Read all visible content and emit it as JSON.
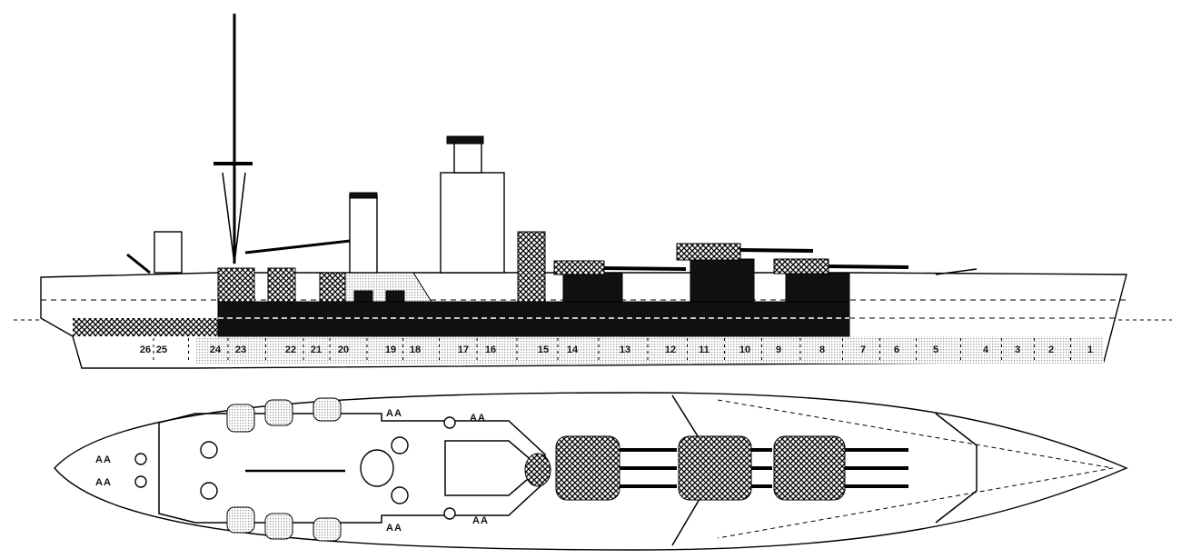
{
  "side_view": {
    "frame_numbers": [
      "26",
      "25",
      "24",
      "23",
      "22",
      "21",
      "20",
      "19",
      "18",
      "17",
      "16",
      "15",
      "14",
      "13",
      "12",
      "11",
      "10",
      "9",
      "8",
      "7",
      "6",
      "5",
      "4",
      "3",
      "2",
      "1"
    ]
  },
  "plan_view": {
    "labels": [
      "AA",
      "AA",
      "AA",
      "AA",
      "AA",
      "AA"
    ]
  },
  "colors": {
    "ink": "#111111",
    "paper": "#ffffff",
    "shade": "#d8d8d8"
  }
}
